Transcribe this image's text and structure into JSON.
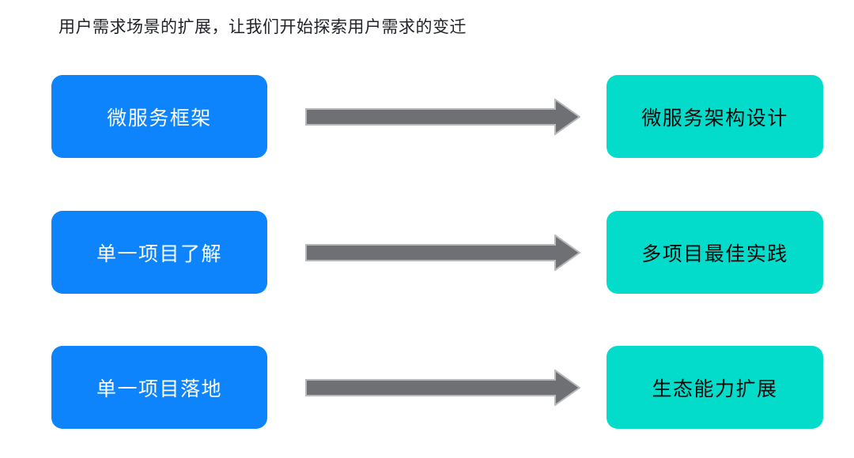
{
  "slide": {
    "background_color": "#ffffff",
    "title": "用户需求场景的扩展，让我们开始探索用户需求的变迁"
  },
  "colors": {
    "source_box_fill": "#0d84fb",
    "source_box_text": "#ffffff",
    "target_box_fill": "#04dccb",
    "target_box_text": "#0a0a0a",
    "arrow_fill": "#6e7073",
    "arrow_stroke": "#b7b9bc",
    "title_text": "#20232a"
  },
  "rows": [
    {
      "source_label": "微服务框架",
      "arrow_icon": "right-arrow-icon",
      "target_label": "微服务架构设计"
    },
    {
      "source_label": "单一项目了解",
      "arrow_icon": "right-arrow-icon",
      "target_label": "多项目最佳实践"
    },
    {
      "source_label": "单一项目落地",
      "arrow_icon": "right-arrow-icon",
      "target_label": "生态能力扩展"
    }
  ]
}
